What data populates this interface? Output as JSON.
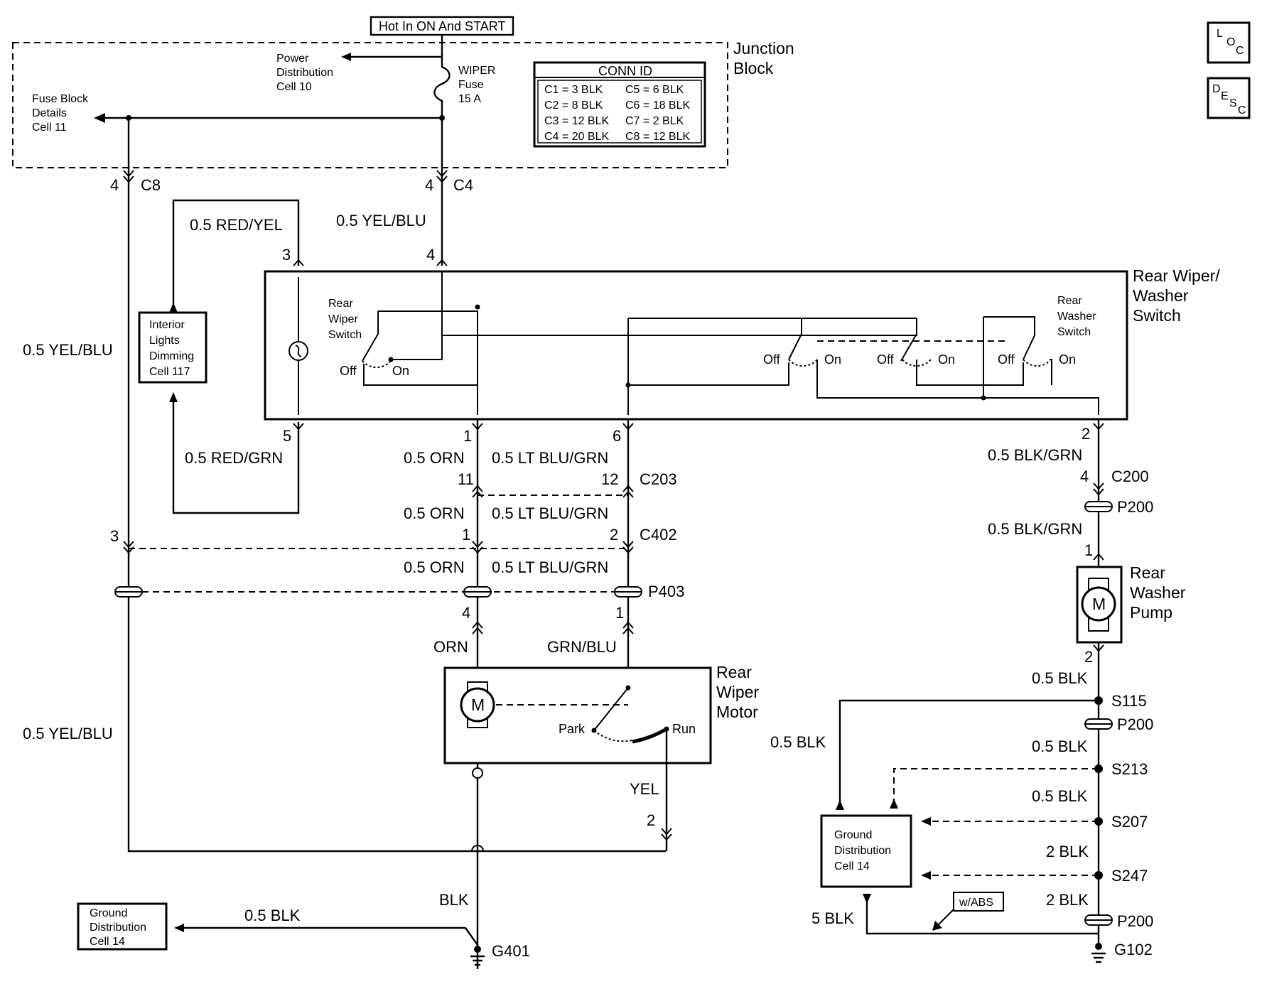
{
  "junction_block": {
    "hot_label": "Hot In ON And START",
    "title": [
      "Junction",
      "Block"
    ],
    "power_distribution": [
      "Power",
      "Distribution",
      "Cell 10"
    ],
    "fuse_block": [
      "Fuse Block",
      "Details",
      "Cell 11"
    ],
    "fuse": [
      "WIPER",
      "Fuse",
      "15 A"
    ]
  },
  "conn_id": {
    "title": "CONN ID",
    "rows": [
      [
        "C1 = 3 BLK",
        "C5 = 6 BLK"
      ],
      [
        "C2 = 8 BLK",
        "C6 = 18 BLK"
      ],
      [
        "C3 = 12 BLK",
        "C7 = 2 BLK"
      ],
      [
        "C4 = 20 BLK",
        "C8 = 12 BLK"
      ]
    ]
  },
  "nav_buttons": {
    "loc": [
      "L",
      "O",
      "C"
    ],
    "desc": [
      "D",
      "E",
      "S",
      "C"
    ]
  },
  "switch_assembly": {
    "title": [
      "Rear Wiper/",
      "Washer",
      "Switch"
    ],
    "wiper_switch": [
      "Rear",
      "Wiper",
      "Switch"
    ],
    "washer_switch": [
      "Rear",
      "Washer",
      "Switch"
    ],
    "off": "Off",
    "on": "On"
  },
  "interior_lights": [
    "Interior",
    "Lights",
    "Dimming",
    "Cell 117"
  ],
  "wiper_motor": {
    "title": [
      "Rear",
      "Wiper",
      "Motor"
    ],
    "symbol": "M",
    "park": "Park",
    "run": "Run"
  },
  "washer_pump": {
    "title": [
      "Rear",
      "Washer",
      "Pump"
    ],
    "symbol": "M"
  },
  "ground_box_left": [
    "Ground",
    "Distribution",
    "Cell 14"
  ],
  "ground_box_right": [
    "Ground",
    "Distribution",
    "Cell 14"
  ],
  "w_abs": "w/ABS",
  "connectors": {
    "c8": "C8",
    "c4": "C4",
    "c203": "C203",
    "c402": "C402",
    "p403": "P403",
    "c200": "C200",
    "p200_top": "P200",
    "p200_mid": "P200",
    "p200_bottom": "P200",
    "s115": "S115",
    "s213": "S213",
    "s207": "S207",
    "s247": "S247",
    "g401": "G401",
    "g102": "G102"
  },
  "pins": {
    "c8_pin": "4",
    "c4_pin": "4",
    "sw3": "3",
    "sw4": "4",
    "sw5": "5",
    "sw1": "1",
    "sw6": "6",
    "sw2": "2",
    "c203_left": "11",
    "c203_right": "12",
    "c402_left_far": "3",
    "c402_left": "1",
    "c402_right": "2",
    "p403_left": "4",
    "p403_right": "1",
    "c200_pin": "4",
    "pump_in": "1",
    "pump_out": "2",
    "motor_yel_pin": "2"
  },
  "wires": {
    "red_yel": "0.5 RED/YEL",
    "yel_blu_top": "0.5 YEL/BLU",
    "yel_blu_left": "0.5 YEL/BLU",
    "yel_blu_lower": "0.5 YEL/BLU",
    "red_grn": "0.5 RED/GRN",
    "orn_1": "0.5 ORN",
    "orn_2": "0.5 ORN",
    "orn_3": "0.5 ORN",
    "ltblu_1": "0.5 LT BLU/GRN",
    "ltblu_2": "0.5 LT BLU/GRN",
    "ltblu_3": "0.5 LT BLU/GRN",
    "orn": "ORN",
    "grn_blu": "GRN/BLU",
    "yel": "YEL",
    "blk": "BLK",
    "blk_ground_left": "0.5 BLK",
    "blk_grn_1": "0.5 BLK/GRN",
    "blk_grn_2": "0.5 BLK/GRN",
    "blk_pump": "0.5 BLK",
    "blk_s115": "0.5 BLK",
    "blk_s213": "0.5 BLK",
    "blk_s207": "0.5 BLK",
    "blk2_s207": "2 BLK",
    "blk2_s247": "2 BLK",
    "blk5": "5 BLK"
  }
}
